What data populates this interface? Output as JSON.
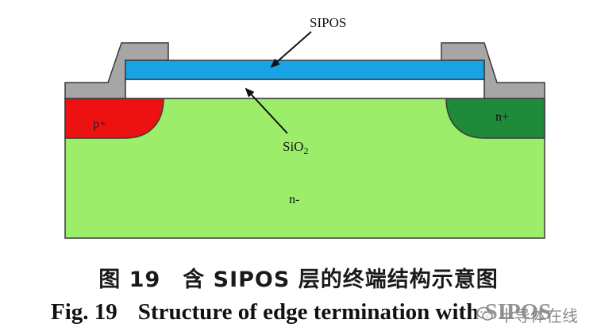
{
  "diagram": {
    "labels": {
      "sipos": "SIPOS",
      "sio2": "SiO",
      "sio2_sub": "2",
      "p_plus": "p+",
      "n_plus": "n+",
      "n_minus": "n-"
    },
    "colors": {
      "substrate": "#9cee6a",
      "p_plus_region": "#ee1111",
      "n_plus_region": "#1f8a3a",
      "sipos_layer": "#1aa2e6",
      "sio2_layer": "#ffffff",
      "metal": "#a6a6a6",
      "outline": "#3a3a3a"
    }
  },
  "caption": {
    "chinese": "图 19　含 SIPOS 层的终端结构示意图",
    "english_prefix": "Fig. 19",
    "english_title": "Structure of edge termination with SIPOS"
  },
  "watermark": {
    "icon": "wechat-logo-icon",
    "text": "半导体在线"
  }
}
